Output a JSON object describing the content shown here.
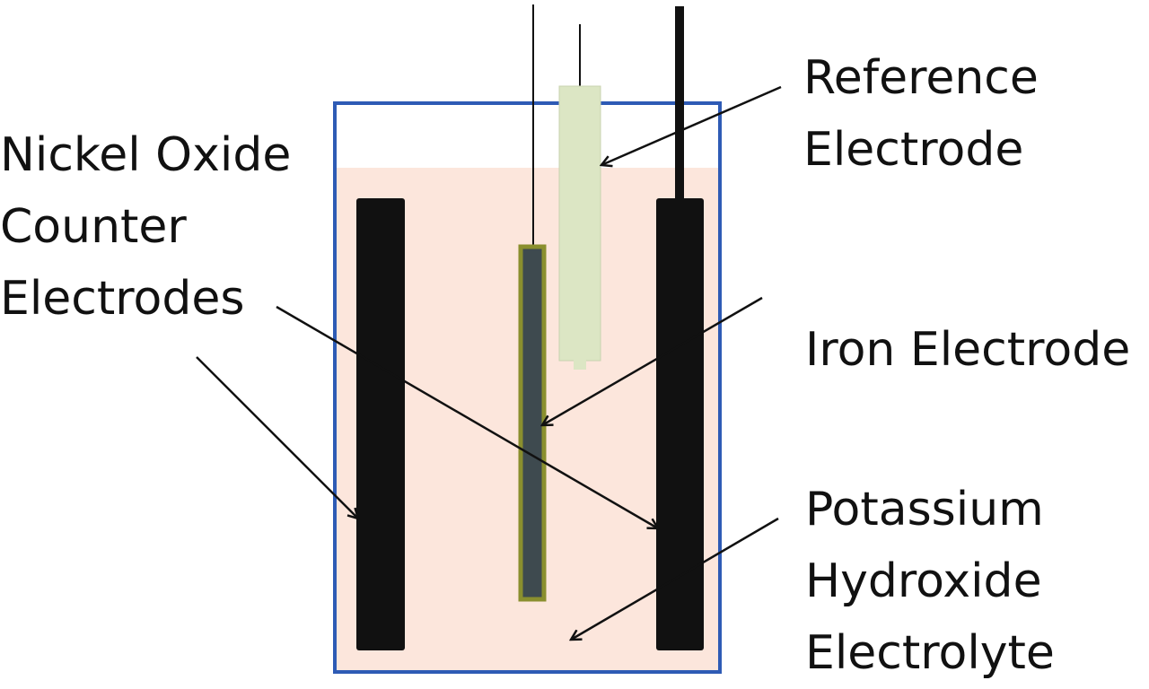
{
  "labels": {
    "counter_electrodes": [
      "Nickel Oxide",
      "Counter",
      "Electrodes"
    ],
    "reference_electrode": [
      "Reference",
      "Electrode"
    ],
    "iron_electrode": [
      "Iron Electrode"
    ],
    "electrolyte": [
      "Potassium",
      "Hydroxide",
      "Electrolyte"
    ]
  },
  "colors": {
    "container_border": "#2E5BB5",
    "electrolyte_fill": "#FCE6DC",
    "counter_electrode": "#111111",
    "iron_electrode_fill": "#3E4A4F",
    "iron_electrode_border": "#8A8F2E",
    "reference_electrode": "#DCE6C4",
    "wire": "#111111",
    "arrow": "#111111"
  }
}
